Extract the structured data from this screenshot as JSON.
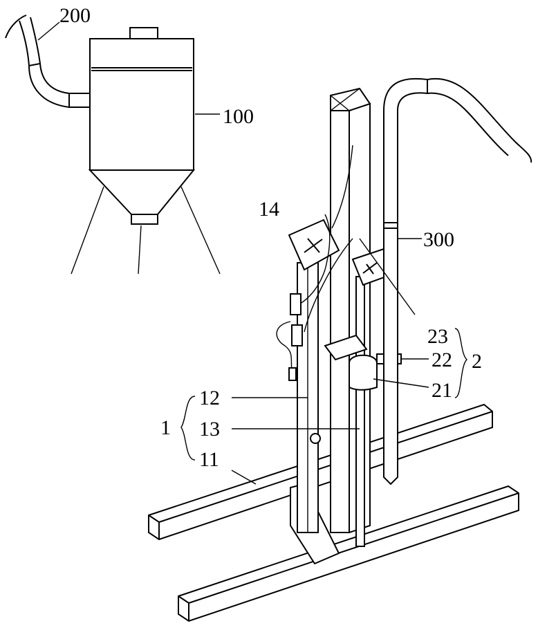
{
  "title": "Patent drawing of a material feeding apparatus with hopper, column and base",
  "labels": {
    "hose_200": "200",
    "hopper_100": "100",
    "plate_14": "14",
    "pipe_300": "300",
    "part_23": "23",
    "part_22": "22",
    "assembly_2": "2",
    "part_21": "21",
    "part_12": "12",
    "assembly_1": "1",
    "part_13": "13",
    "part_11": "11"
  }
}
